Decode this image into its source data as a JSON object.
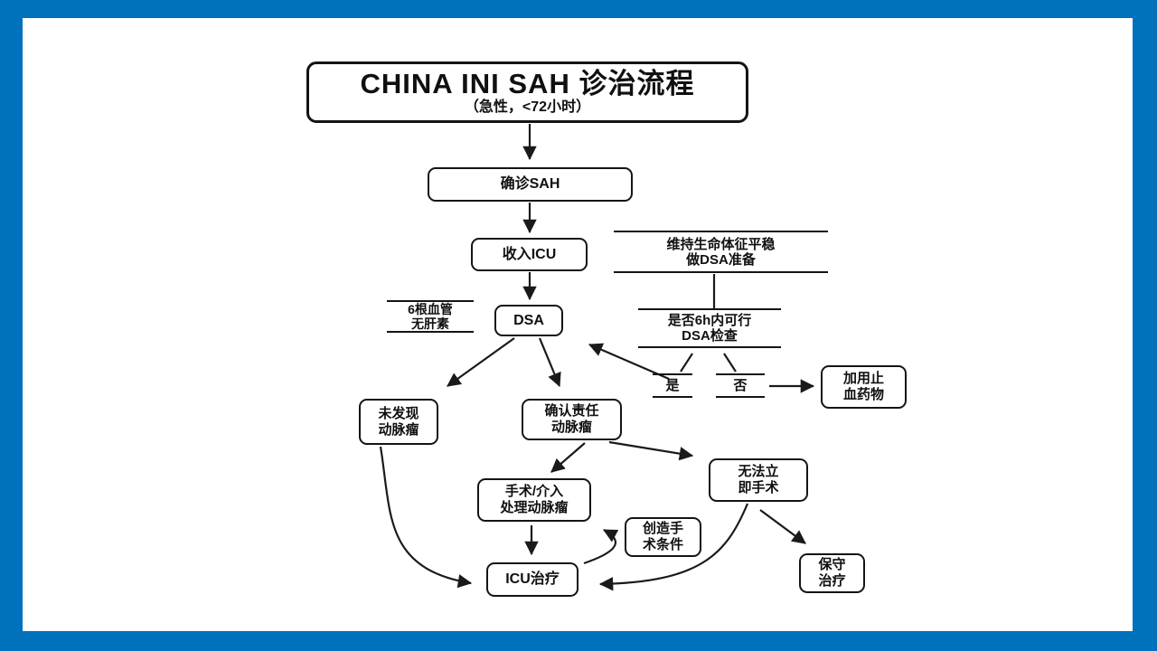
{
  "slide": {
    "border_color": "#0071bc",
    "background": "#ffffff"
  },
  "title": {
    "main": "CHINA INI SAH 诊治流程",
    "sub": "（急性，<72小时）"
  },
  "nodes": {
    "confirm_sah": "确诊SAH",
    "admit_icu": "收入ICU",
    "dsa": "DSA",
    "no_aneurysm": "未发现\n动脉瘤",
    "confirm_aneurysm": "确认责任\n动脉瘤",
    "surgery": "手术/介入\n处理动脉瘤",
    "cannot_surgery": "无法立\n即手术",
    "create_conditions": "创造手\n术条件",
    "icu_treatment": "ICU治疗",
    "conservative": "保守\n治疗",
    "hemostatic": "加用止\n血药物"
  },
  "labels": {
    "maintain_vitals": "维持生命体征平稳\n做DSA准备",
    "six_vessels": "6根血管\n无肝素",
    "dsa_6h": "是否6h内可行\nDSA检查",
    "yes": "是",
    "no": "否"
  }
}
